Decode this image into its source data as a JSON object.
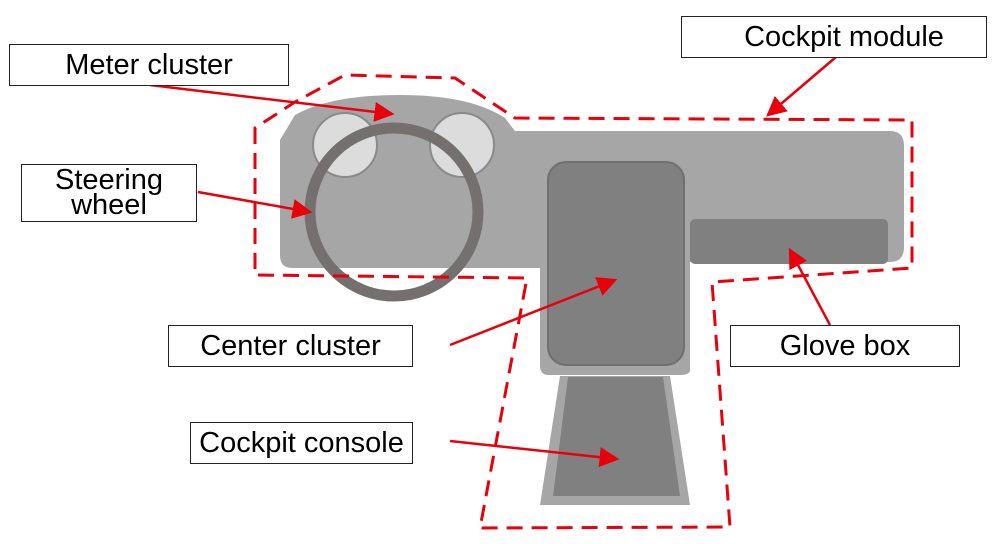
{
  "title": "Cockpit module components",
  "colors": {
    "callout_line": "#e8000b",
    "outline_dash": "#e8000b",
    "panel": "#a6a6a6",
    "recess": "#808080",
    "gauge": "#dcdcdc",
    "wheel": "#747070"
  },
  "labels": {
    "meter_cluster": "Meter cluster",
    "steering_wheel": "Steering wheel",
    "cockpit_module": "Cockpit module",
    "center_cluster": "Center cluster",
    "glove_box": "Glove box",
    "cockpit_console": "Cockpit console"
  }
}
